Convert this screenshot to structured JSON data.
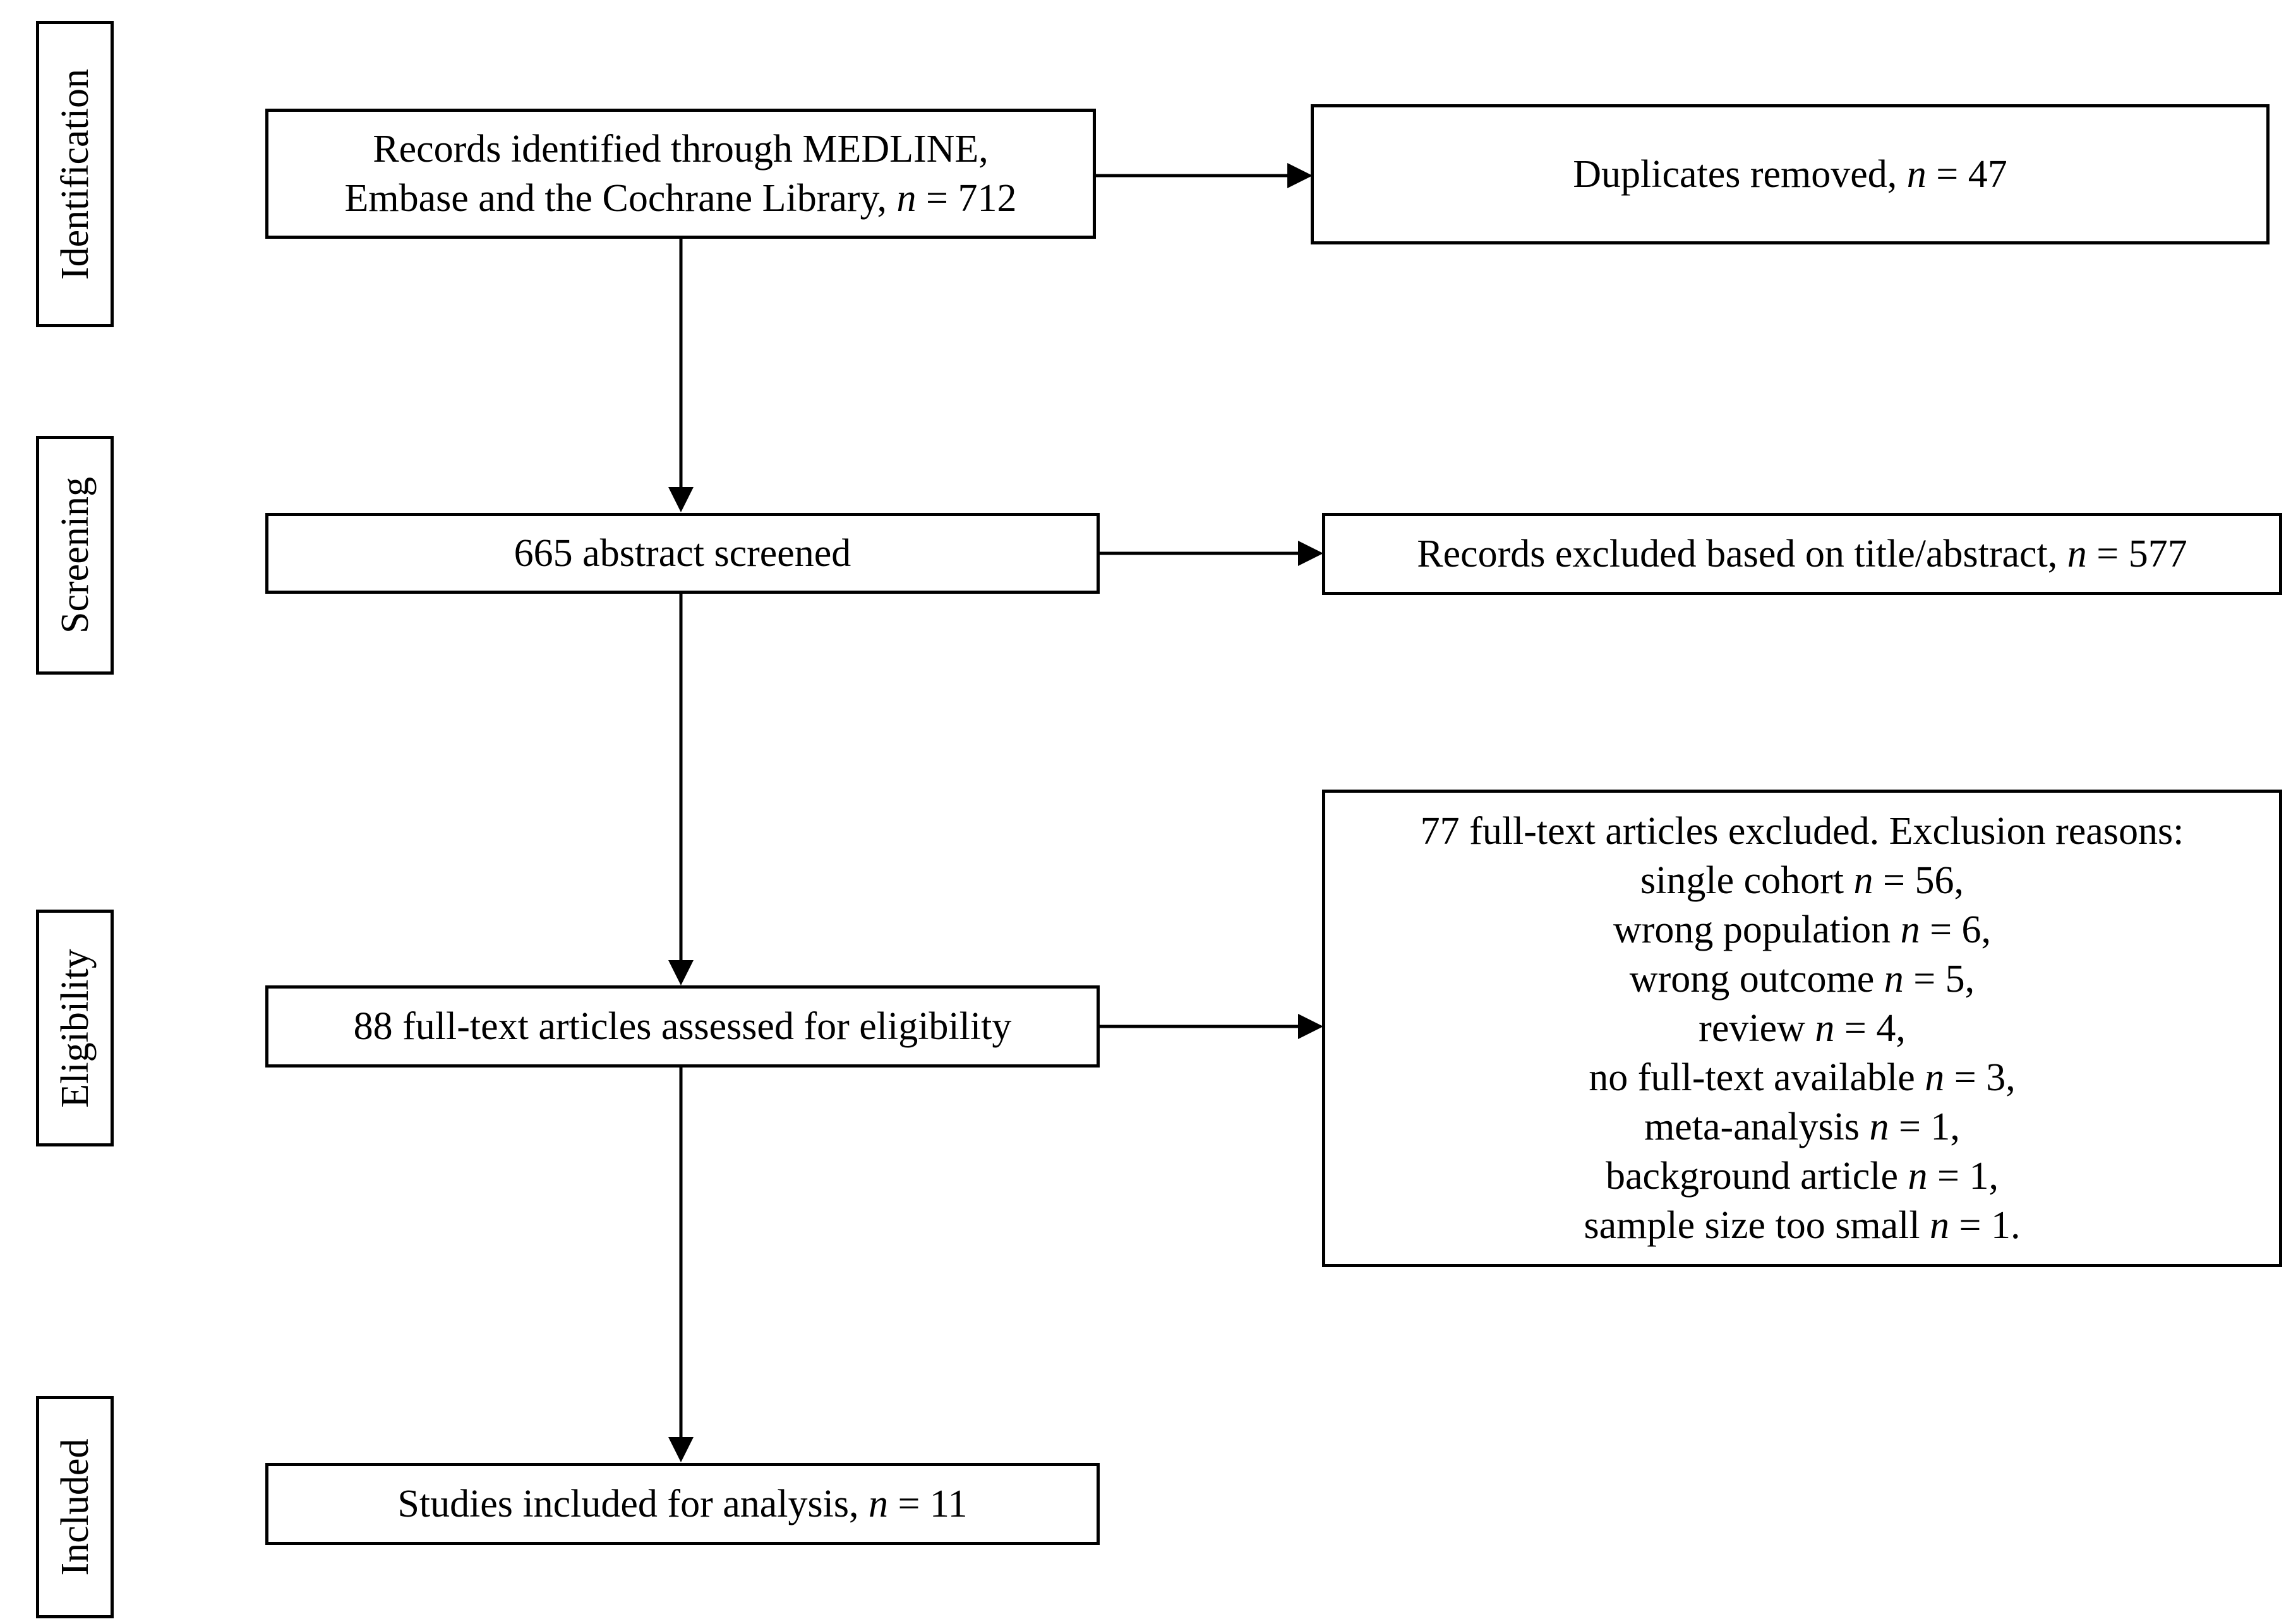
{
  "stages": {
    "identification": "Identification",
    "screening": "Screening",
    "eligibility": "Eligibility",
    "included": "Included"
  },
  "boxes": {
    "records_identified": {
      "line1": "Records identified through MEDLINE,",
      "line2_prefix": "Embase and the Cochrane Library,",
      "n_label": "n",
      "n_value": " = 712"
    },
    "duplicates_removed": {
      "prefix": "Duplicates removed,",
      "n_label": "n",
      "n_value": " = 47"
    },
    "abstract_screened": {
      "text": "665 abstract screened"
    },
    "records_excluded": {
      "prefix": "Records excluded based on title/abstract,",
      "n_label": "n",
      "n_value": " = 577"
    },
    "fulltext_assessed": {
      "text": "88 full-text articles assessed for eligibility"
    },
    "fulltext_excluded": {
      "heading": "77 full-text articles excluded. Exclusion reasons:",
      "reasons": [
        {
          "label": "single cohort",
          "n_label": "n",
          "n_value": " = 56,"
        },
        {
          "label": "wrong population",
          "n_label": "n",
          "n_value": " = 6,"
        },
        {
          "label": "wrong outcome",
          "n_label": "n",
          "n_value": " = 5,"
        },
        {
          "label": "review",
          "n_label": "n",
          "n_value": " = 4,"
        },
        {
          "label": "no full-text available",
          "n_label": "n",
          "n_value": " = 3,"
        },
        {
          "label": "meta-analysis",
          "n_label": "n",
          "n_value": " = 1,"
        },
        {
          "label": "background article",
          "n_label": "n",
          "n_value": " = 1,"
        },
        {
          "label": "sample size too small",
          "n_label": "n",
          "n_value": " = 1."
        }
      ]
    },
    "studies_included": {
      "prefix": "Studies included for analysis,",
      "n_label": "n",
      "n_value": " = 11"
    }
  }
}
